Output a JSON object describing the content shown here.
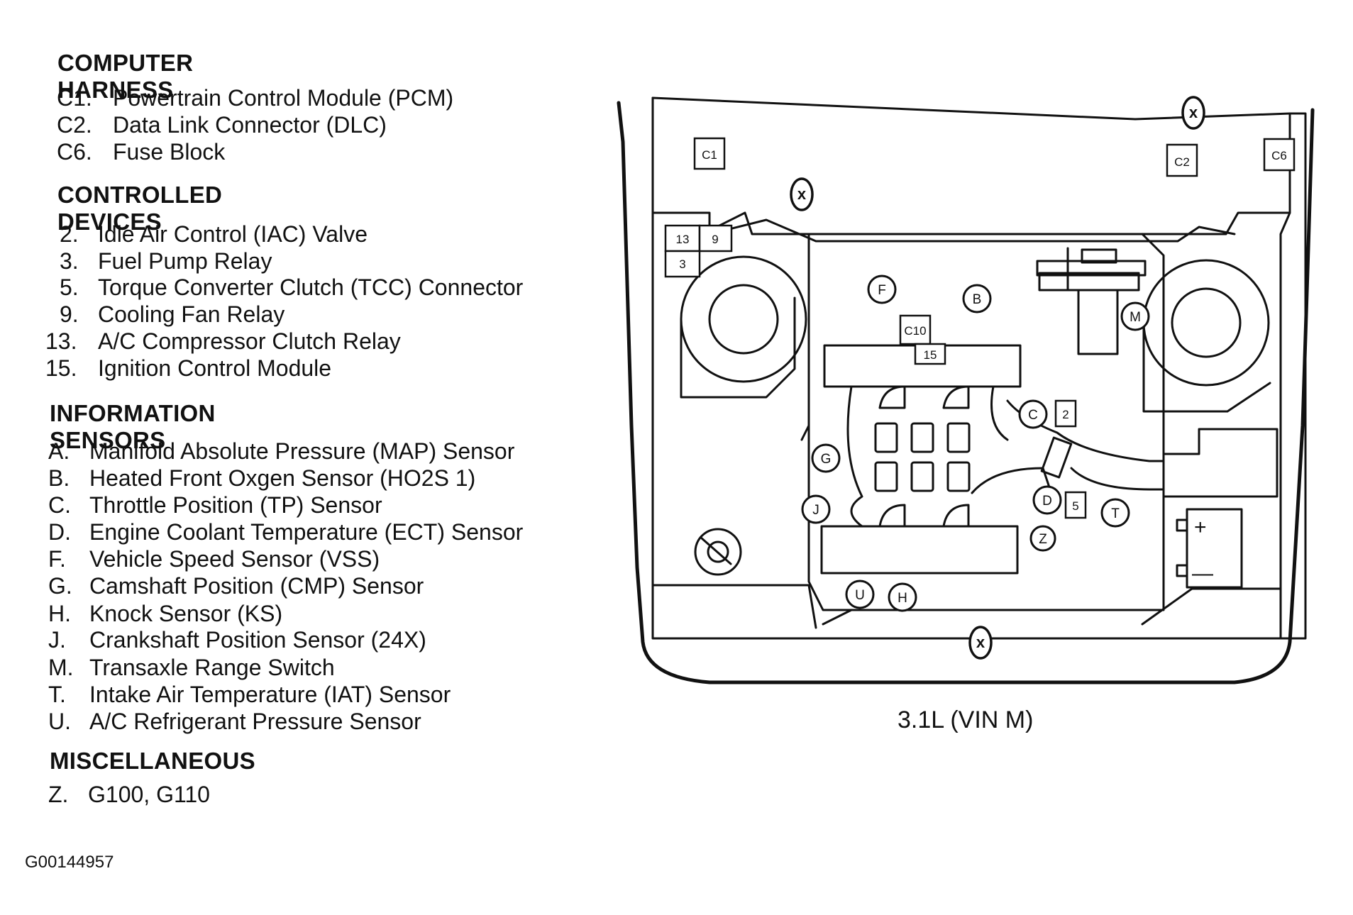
{
  "sections": [
    {
      "title": "COMPUTER HARNESS",
      "items": [
        {
          "code": "C1.",
          "desc": "Powertrain Control Module (PCM)"
        },
        {
          "code": "C2.",
          "desc": "Data Link Connector (DLC)"
        },
        {
          "code": "C6.",
          "desc": "Fuse Block"
        }
      ]
    },
    {
      "title": "CONTROLLED DEVICES",
      "items": [
        {
          "code": "2.",
          "desc": "Idle Air Control (IAC) Valve"
        },
        {
          "code": "3.",
          "desc": "Fuel Pump Relay"
        },
        {
          "code": "5.",
          "desc": "Torque Converter Clutch (TCC) Connector"
        },
        {
          "code": "9.",
          "desc": "Cooling Fan Relay"
        },
        {
          "code": "13.",
          "desc": "A/C Compressor Clutch Relay"
        },
        {
          "code": "15.",
          "desc": "Ignition Control Module"
        }
      ]
    },
    {
      "title": "INFORMATION SENSORS",
      "items": [
        {
          "code": "A.",
          "desc": "Manifold Absolute Pressure (MAP) Sensor"
        },
        {
          "code": "B.",
          "desc": "Heated Front Oxgen Sensor (HO2S 1)"
        },
        {
          "code": "C.",
          "desc": "Throttle Position (TP) Sensor"
        },
        {
          "code": "D.",
          "desc": "Engine Coolant Temperature (ECT) Sensor"
        },
        {
          "code": "F.",
          "desc": "Vehicle Speed Sensor (VSS)"
        },
        {
          "code": "G.",
          "desc": "Camshaft Position (CMP) Sensor"
        },
        {
          "code": "H.",
          "desc": "Knock Sensor (KS)"
        },
        {
          "code": "J.",
          "desc": "Crankshaft Position Sensor (24X)"
        },
        {
          "code": "M.",
          "desc": "Transaxle Range Switch"
        },
        {
          "code": "T.",
          "desc": "Intake Air Temperature (IAT) Sensor"
        },
        {
          "code": "U.",
          "desc": "A/C Refrigerant Pressure Sensor"
        }
      ]
    },
    {
      "title": "MISCELLANEOUS",
      "items": [
        {
          "code": "Z.",
          "desc": "G100, G110"
        }
      ]
    }
  ],
  "caption": "3.1L (VIN M)",
  "figure_id": "G00144957",
  "diagram": {
    "square_labels": {
      "c1": "C1",
      "c2": "C2",
      "c6": "C6",
      "c10": "C10",
      "r13": "13",
      "r9": "9",
      "r3": "3",
      "r15": "15",
      "r2": "2",
      "r5": "5"
    },
    "circle_labels": {
      "f": "F",
      "b": "B",
      "m": "M",
      "c": "C",
      "g": "G",
      "j": "J",
      "d": "D",
      "t": "T",
      "z": "Z",
      "u": "U",
      "h": "H"
    },
    "ground_mark": "x",
    "battery_plus": "+",
    "battery_minus": "—"
  }
}
